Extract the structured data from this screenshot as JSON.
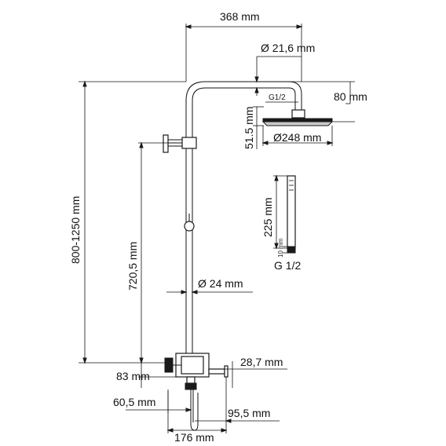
{
  "dimensions": {
    "arm_length": "368 mm",
    "arm_diameter": "Ø 21,6 mm",
    "head_connection": "G1/2",
    "head_drop": "80 mm",
    "head_thickness": "51.5 mm",
    "head_diameter": "Ø248 mm",
    "hand_length": "225 mm",
    "hand_small": "10 mm",
    "hand_thread": "G 1/2",
    "total_height": "800-1250 mm",
    "holder_height": "720,5 mm",
    "pipe_diameter": "Ø 24 mm",
    "mixer_height": "83 mm",
    "mixer_diameter": "28,7 mm",
    "mixer_offset": "60,5 mm",
    "mixer_outlet": "95,5 mm",
    "mixer_width": "176 mm"
  }
}
